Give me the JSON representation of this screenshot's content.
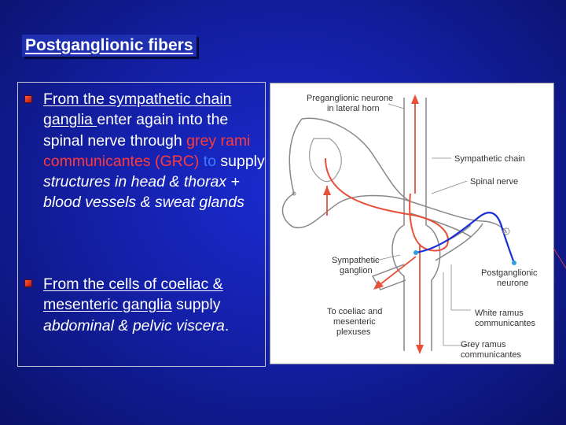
{
  "slide": {
    "title": "Postganglionic fibers",
    "bullets": [
      {
        "seg1_underlined": "From the sympathetic chain ganglia ",
        "seg2": "enter again into the spinal nerve through ",
        "seg3_red": "grey rami communicantes (GRC)",
        "seg4_blue": " to",
        "seg5": " supply ",
        "seg6_italic": "structures in head & thorax + blood vessels & sweat glands"
      },
      {
        "seg1_underlined": "From the cells of coeliac & mesenteric ganglia",
        "seg2": " supply ",
        "seg3_italic": "abdominal & pelvic viscera",
        "seg4": "."
      }
    ]
  },
  "diagram": {
    "labels": {
      "preganglionic_1": "Preganglionic neurone",
      "preganglionic_2": "in lateral horn",
      "sympathetic_chain": "Sympathetic chain",
      "spinal_nerve": "Spinal nerve",
      "sympathetic_ganglion_1": "Sympathetic",
      "sympathetic_ganglion_2": "ganglion",
      "postganglionic_1": "Postganglionic",
      "postganglionic_2": "neurone",
      "coeliac_1": "To coeliac and",
      "coeliac_2": "mesenteric",
      "coeliac_3": "plexuses",
      "white_ramus_1": "White ramus",
      "white_ramus_2": "communicantes",
      "grey_ramus_1": "Grey ramus",
      "grey_ramus_2": "communicantes"
    },
    "colors": {
      "pre_fiber": "#e8503a",
      "post_fiber": "#1a2fd8",
      "outline": "#888888"
    }
  }
}
